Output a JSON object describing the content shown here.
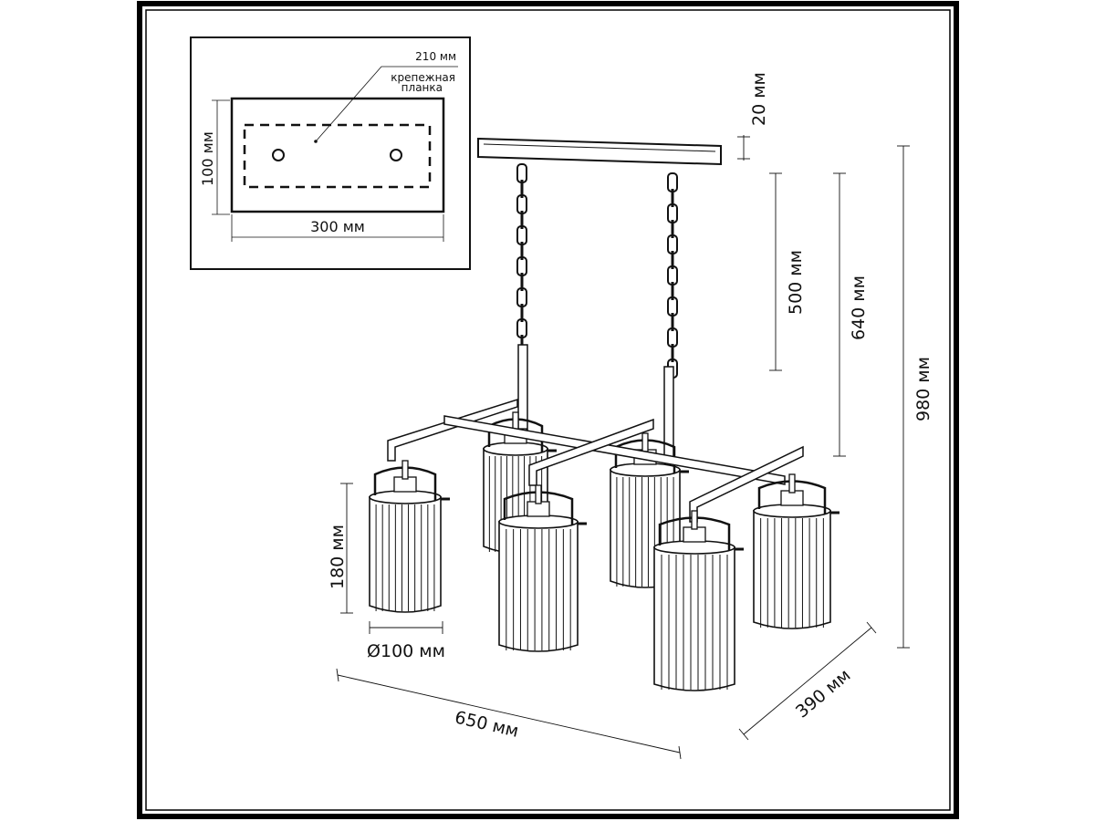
{
  "inset": {
    "mount_width": "210 мм",
    "mount_label_line1": "крепежная",
    "mount_label_line2": "планка",
    "height": "100 мм",
    "width": "300 мм"
  },
  "dimensions": {
    "canopy_height": "20 мм",
    "chain_min": "500 мм",
    "chain_mid": "640 мм",
    "total_height": "980 мм",
    "shade_height": "180 мм",
    "shade_diameter": "Ø100 мм",
    "length": "650 мм",
    "depth": "390 мм"
  },
  "lamp_count": 6
}
